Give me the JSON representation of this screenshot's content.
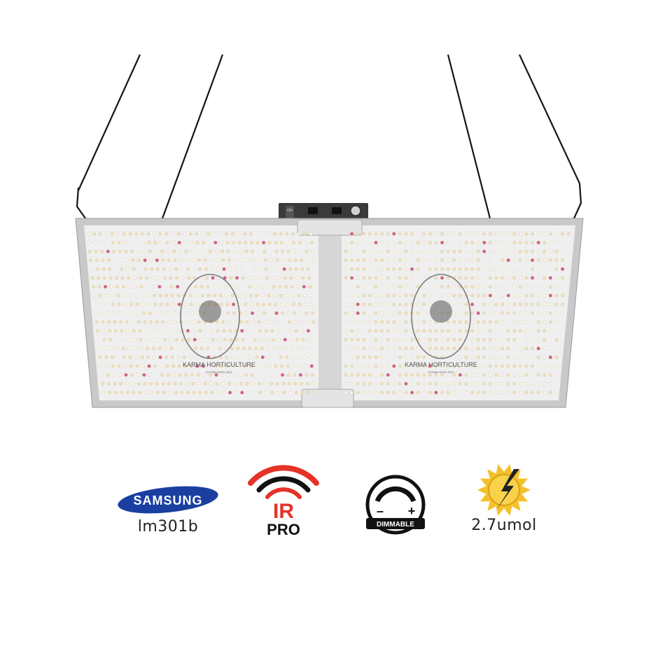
{
  "product": {
    "brand_print": "KARMA HORTICULTURE",
    "brand_sub": "ESTABLISHED 2021",
    "switch_label": "ON"
  },
  "badges": [
    {
      "name": "samsung",
      "logo_text": "SAMSUNG",
      "label": "lm301b",
      "color": "#1a3fa0"
    },
    {
      "name": "ir-pro",
      "line1": "IR",
      "line2": "PRO",
      "accent": "#e63228",
      "dark": "#111111"
    },
    {
      "name": "dimmable",
      "minus": "–",
      "plus": "+",
      "label": "DIMMABLE"
    },
    {
      "name": "umol",
      "label": "2.7umol",
      "sun_color": "#f5c12a"
    }
  ],
  "colors": {
    "panel": "#c9c9c9",
    "board": "#efefef",
    "led_warm": "#f3e2b8",
    "led_white": "#fbfbf6",
    "led_red": "#d85a8c",
    "wire": "#141414"
  }
}
